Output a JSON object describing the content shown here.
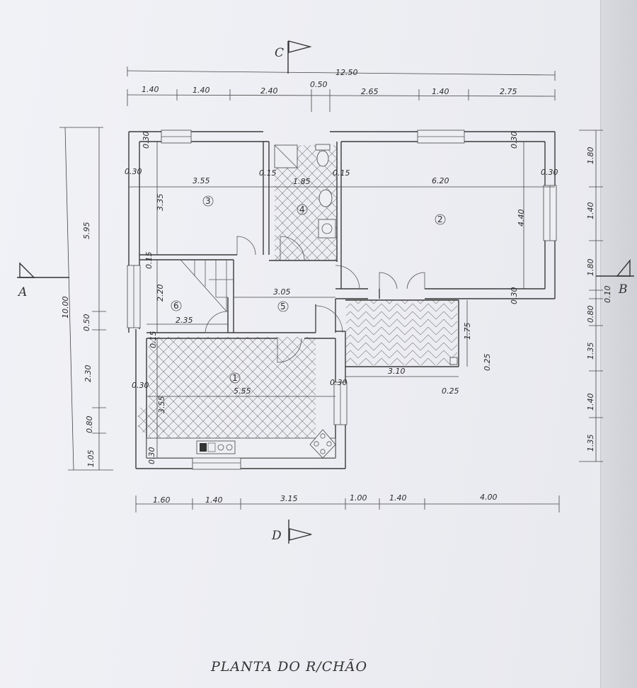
{
  "title": "PLANTA DO R/CHÃO",
  "sections": {
    "a": "A",
    "b": "B",
    "c": "C",
    "d": "D"
  },
  "dims_top": {
    "total": "12.50",
    "segments": [
      "1.40",
      "1.40",
      "2.40",
      "0.50",
      "2.65",
      "1.40",
      "2.75"
    ]
  },
  "dims_bottom": [
    "1.60",
    "1.40",
    "3.15",
    "1.00",
    "1.40",
    "4.00"
  ],
  "dims_left": {
    "total": "10.00",
    "upper": "5.95",
    "segments": [
      "0.50",
      "2.30",
      "0.80",
      "1.05"
    ]
  },
  "dims_right": [
    "1.80",
    "1.40",
    "1.80",
    "0.10",
    "0.80",
    "1.35",
    "1.40",
    "1.35"
  ],
  "interior_dims": {
    "w1": "0.30",
    "w2": "0.30",
    "w3": "0.30",
    "w4": "0.30",
    "w5": "0.30",
    "w6": "0.30",
    "w7": "0.30",
    "w8": "0.30",
    "p1": "0.15",
    "p2": "0.15",
    "p3": "0.15",
    "p4": "0.15",
    "room3_w": "3.55",
    "room3_h": "3.35",
    "bath_w": "1.85",
    "room2_w": "6.20",
    "room2_h": "4.40",
    "hall_w": "3.05",
    "room6_h": "2.20",
    "room6_w": "2.35",
    "room1_w": "5.55",
    "room1_h": "3.55",
    "terrace_w": "3.10",
    "terrace_h": "1.75",
    "t1": "0.25",
    "t2": "0.25"
  },
  "rooms": [
    "1",
    "2",
    "3",
    "4",
    "5",
    "6"
  ]
}
